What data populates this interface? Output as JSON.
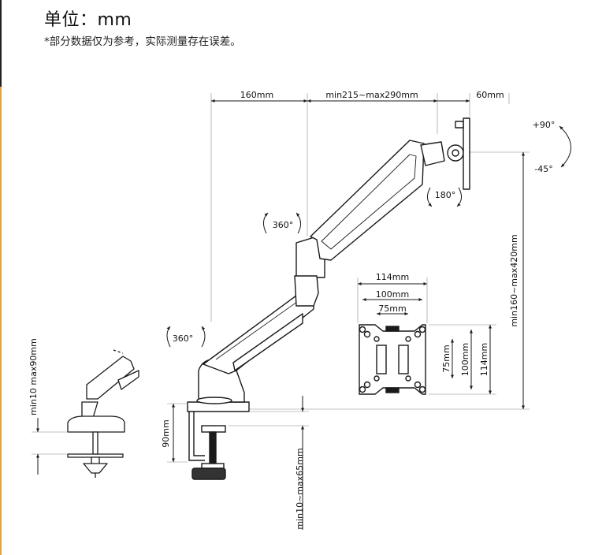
{
  "header": {
    "title": "单位：mm",
    "note": "*部分数据仅为参考，实际测量存在误差。"
  },
  "dimensions": {
    "arm_segment_1": "160mm",
    "arm_segment_2": "min215~max290mm",
    "head_depth": "60mm",
    "vertical_range": "min160~max420mm",
    "clamp_height": "90mm",
    "desk_thickness": "min10~max65mm",
    "grommet_thickness": "min10  max90mm"
  },
  "rotation": {
    "base_swivel": "360°",
    "arm_swivel": "360°",
    "head_rotate": "180°",
    "tilt_up": "+90°",
    "tilt_down": "-45°"
  },
  "vesa": {
    "width_114": "114mm",
    "width_100": "100mm",
    "width_75": "75mm",
    "height_75": "75mm",
    "height_100": "100mm",
    "height_114": "114mm"
  },
  "colors": {
    "line": "#1a1a1a",
    "accent_bar": "#e8a23a"
  }
}
